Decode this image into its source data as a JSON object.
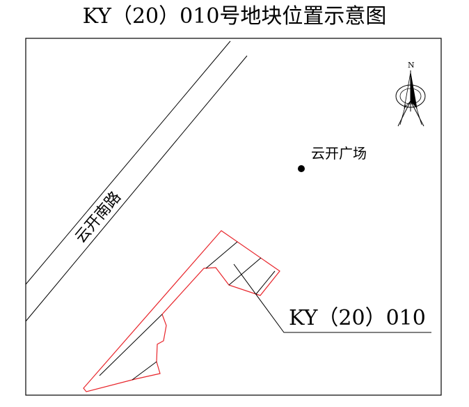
{
  "title": "KY（20）010号地块位置示意图",
  "road": {
    "name": "云开南路"
  },
  "landmark": {
    "name": "云开广场"
  },
  "parcel": {
    "code": "KY（20）010"
  },
  "compass": {
    "north_label": "N"
  },
  "colors": {
    "boundary": "#e8242a",
    "lines": "#000000",
    "background": "#ffffff"
  }
}
